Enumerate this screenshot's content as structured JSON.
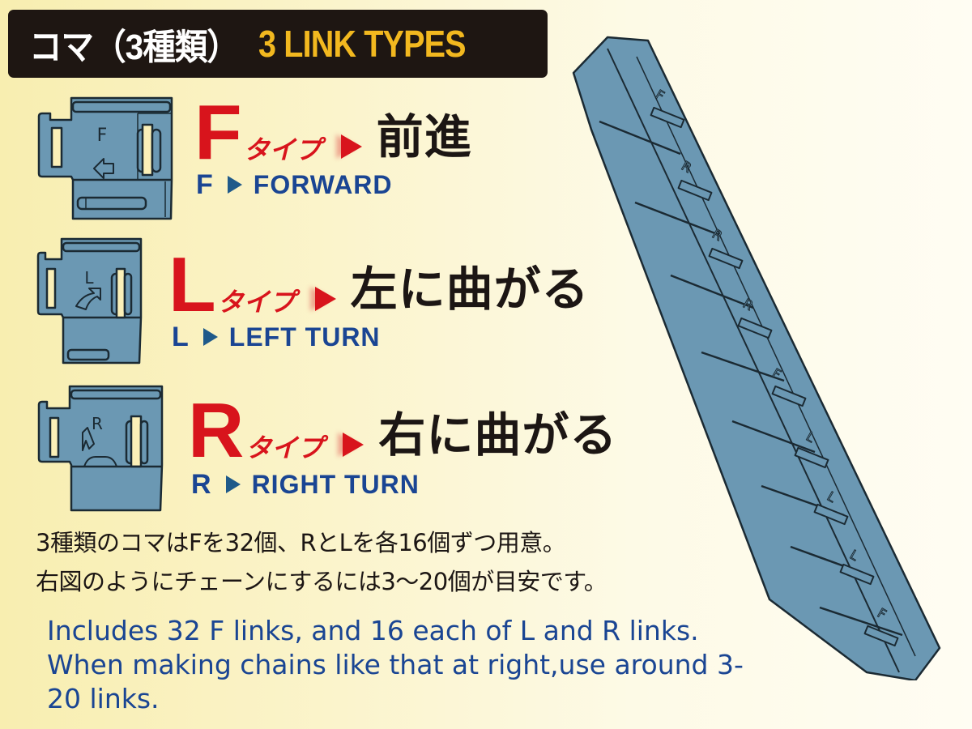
{
  "header": {
    "title_jp": "コマ（3種類）",
    "title_en": "3 LINK TYPES"
  },
  "link_types": [
    {
      "letter": "F",
      "kana": "タイプ",
      "meaning_jp": "前進",
      "sub_letter": "F",
      "meaning_en": "FORWARD",
      "icon_label": "F",
      "icon_arrow": "left-arrow"
    },
    {
      "letter": "L",
      "kana": "タイプ",
      "meaning_jp": "左に曲がる",
      "sub_letter": "L",
      "meaning_en": "LEFT TURN",
      "icon_label": "L",
      "icon_arrow": "curved-left-arrow"
    },
    {
      "letter": "R",
      "kana": "タイプ",
      "meaning_jp": "右に曲がる",
      "sub_letter": "R",
      "meaning_en": "RIGHT TURN",
      "icon_label": "R",
      "icon_arrow": "curved-right-arrow"
    }
  ],
  "description": {
    "jp_line1": "3種類のコマはFを32個、RとLを各16個ずつ用意。",
    "jp_line2": "右図のようにチェーンにするには3〜20個が目安です。",
    "en": "Includes 32 F links, and 16 each of L and R links. When making chains like that at right,use around 3-20 links."
  },
  "chain_illustration": {
    "links_top_to_bottom": [
      "F",
      "R",
      "R",
      "R",
      "F",
      "L",
      "L",
      "L",
      "F"
    ]
  },
  "colors": {
    "link_blue": "#6b98b3",
    "outline": "#1b2a33",
    "title_bg": "#1e1612",
    "title_accent": "#f2b81f",
    "type_red": "#d8141c",
    "english_blue": "#1a4593"
  }
}
